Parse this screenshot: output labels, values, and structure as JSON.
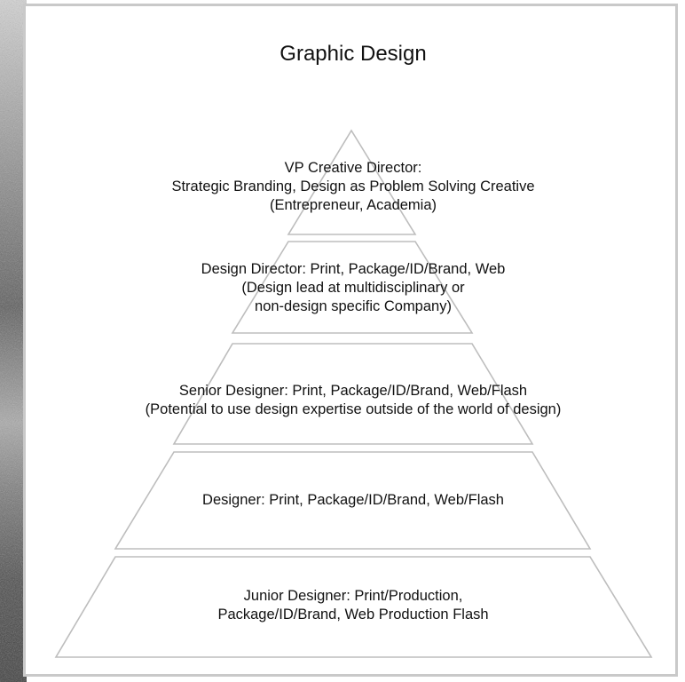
{
  "title": "Graphic Design",
  "tiers": [
    {
      "lines": [
        "VP Creative Director:",
        "Strategic Branding, Design as Problem Solving Creative",
        "(Entrepreneur, Academia)"
      ]
    },
    {
      "lines": [
        "Design Director: Print, Package/ID/Brand, Web",
        "(Design lead at multidisciplinary or",
        "non-design specific Company)"
      ]
    },
    {
      "lines": [
        "Senior Designer: Print, Package/ID/Brand, Web/Flash",
        "(Potential to use design expertise outside of the world of design)"
      ]
    },
    {
      "lines": [
        "Designer: Print, Package/ID/Brand, Web/Flash"
      ]
    },
    {
      "lines": [
        "Junior Designer: Print/Production,",
        "Package/ID/Brand, Web Production Flash"
      ]
    }
  ],
  "colors": {
    "panel_border": "#c9c9c9",
    "pyramid_stroke": "#bdbdbd",
    "text": "#111111"
  }
}
